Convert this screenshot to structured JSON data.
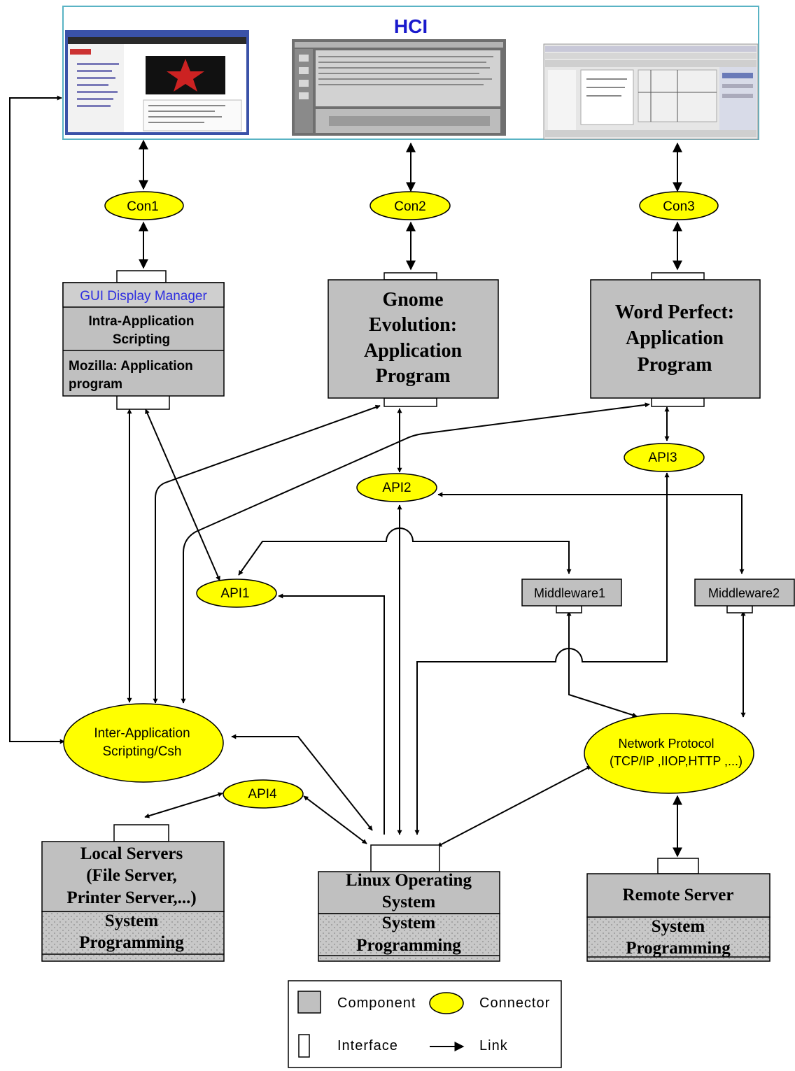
{
  "colors": {
    "component": "#c0c0c0",
    "connector": "#ffff00",
    "hci_border": "#59b3c4",
    "hci_title": "#1a1acc",
    "gui_title": "#2e2ee0",
    "link": "#000000"
  },
  "hci": {
    "title": "HCI",
    "screenshots": [
      "mozilla-browser-screenshot",
      "gnome-evolution-screenshot",
      "word-perfect-screenshot"
    ]
  },
  "connectors": {
    "con1": "Con1",
    "con2": "Con2",
    "con3": "Con3",
    "api1": "API1",
    "api2": "API2",
    "api3": "API3",
    "api4": "API4",
    "inter_app": [
      "Inter-Application",
      "Scripting/Csh"
    ],
    "network": [
      "Network Protocol",
      "(TCP/IP ,IIOP,HTTP ,...)"
    ]
  },
  "components": {
    "gui_manager": {
      "title": "GUI Display Manager",
      "intra": [
        "Intra-Application",
        "Scripting"
      ],
      "mozilla": [
        "Mozilla: Application",
        "program"
      ]
    },
    "gnome": [
      "Gnome",
      "Evolution:",
      "Application",
      "Program"
    ],
    "word_perfect": [
      "Word Perfect:",
      "Application",
      "Program"
    ],
    "middleware1": "Middleware1",
    "middleware2": "Middleware2",
    "local_servers": {
      "title": [
        "Local Servers",
        "(File Server,",
        "Printer Server,...)"
      ],
      "sys": [
        "System",
        "Programming"
      ]
    },
    "linux": {
      "title": [
        "Linux Operating",
        "System"
      ],
      "sys": [
        "System",
        "Programming"
      ]
    },
    "remote_server": {
      "title": [
        "Remote Server"
      ],
      "sys": [
        "System",
        "Programming"
      ]
    }
  },
  "legend": {
    "component": "Component",
    "connector": "Connector",
    "interface": "Interface",
    "link": "Link"
  }
}
